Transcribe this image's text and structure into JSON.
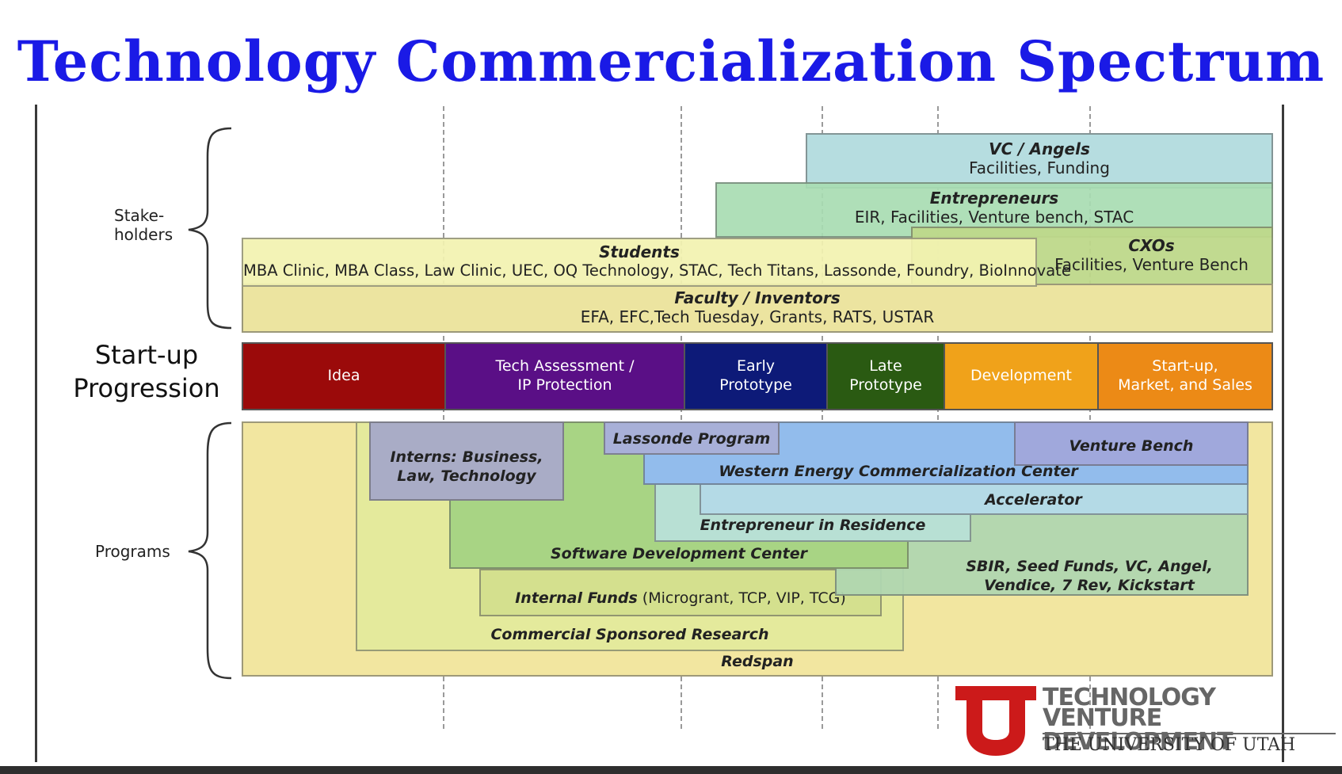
{
  "title": "Technology Commercialization Spectrum",
  "stakeholders_label": "Stake-\nholders",
  "programs_label": "Programs",
  "progression_label": "Start-up\nProgression",
  "stakeholders": {
    "vc": {
      "title": "VC / Angels",
      "detail": "Facilities, Funding"
    },
    "entrepreneurs": {
      "title": "Entrepreneurs",
      "detail": "EIR, Facilities, Venture bench, STAC"
    },
    "cxos": {
      "title": "CXOs",
      "detail": "Facilities, Venture Bench"
    },
    "students": {
      "title": "Students",
      "detail": "MBA Clinic, MBA Class, Law Clinic, UEC, OQ Technology, STAC, Tech Titans, Lassonde, Foundry, BioInnovate"
    },
    "faculty": {
      "title": "Faculty / Inventors",
      "detail": "EFA, EFC,Tech Tuesday, Grants, RATS, USTAR"
    }
  },
  "stages": [
    {
      "label": "Idea",
      "color": "#9b0a0a"
    },
    {
      "label": "Tech Assessment /\nIP Protection",
      "color": "#5a0f86"
    },
    {
      "label": "Early\nPrototype",
      "color": "#0d1a78"
    },
    {
      "label": "Late\nPrototype",
      "color": "#2a5a12"
    },
    {
      "label": "Development",
      "color": "#f0a21a"
    },
    {
      "label": "Start-up,\nMarket, and Sales",
      "color": "#ec8a16"
    }
  ],
  "programs": {
    "interns": "Interns: Business,\nLaw, Technology",
    "lassonde": "Lassonde Program",
    "venture_bench": "Venture Bench",
    "wecc": "Western Energy Commercialization Center",
    "accelerator": "Accelerator",
    "eir": "Entrepreneur in Residence",
    "sdc": "Software Development Center",
    "sbir": "SBIR, Seed Funds, VC, Angel,\nVendice, 7 Rev, Kickstart",
    "internal_funds_a": "Internal Funds",
    "internal_funds_b": " (Microgrant, TCP, VIP, TCG)",
    "csr": "Commercial Sponsored Research",
    "redspan": "Redspan"
  },
  "logo": {
    "line1": "TECHNOLOGY",
    "line2": "VENTURE DEVELOPMENT",
    "line3": "THE UNIVERSITY OF UTAH",
    "color": "#cc1a1a"
  }
}
